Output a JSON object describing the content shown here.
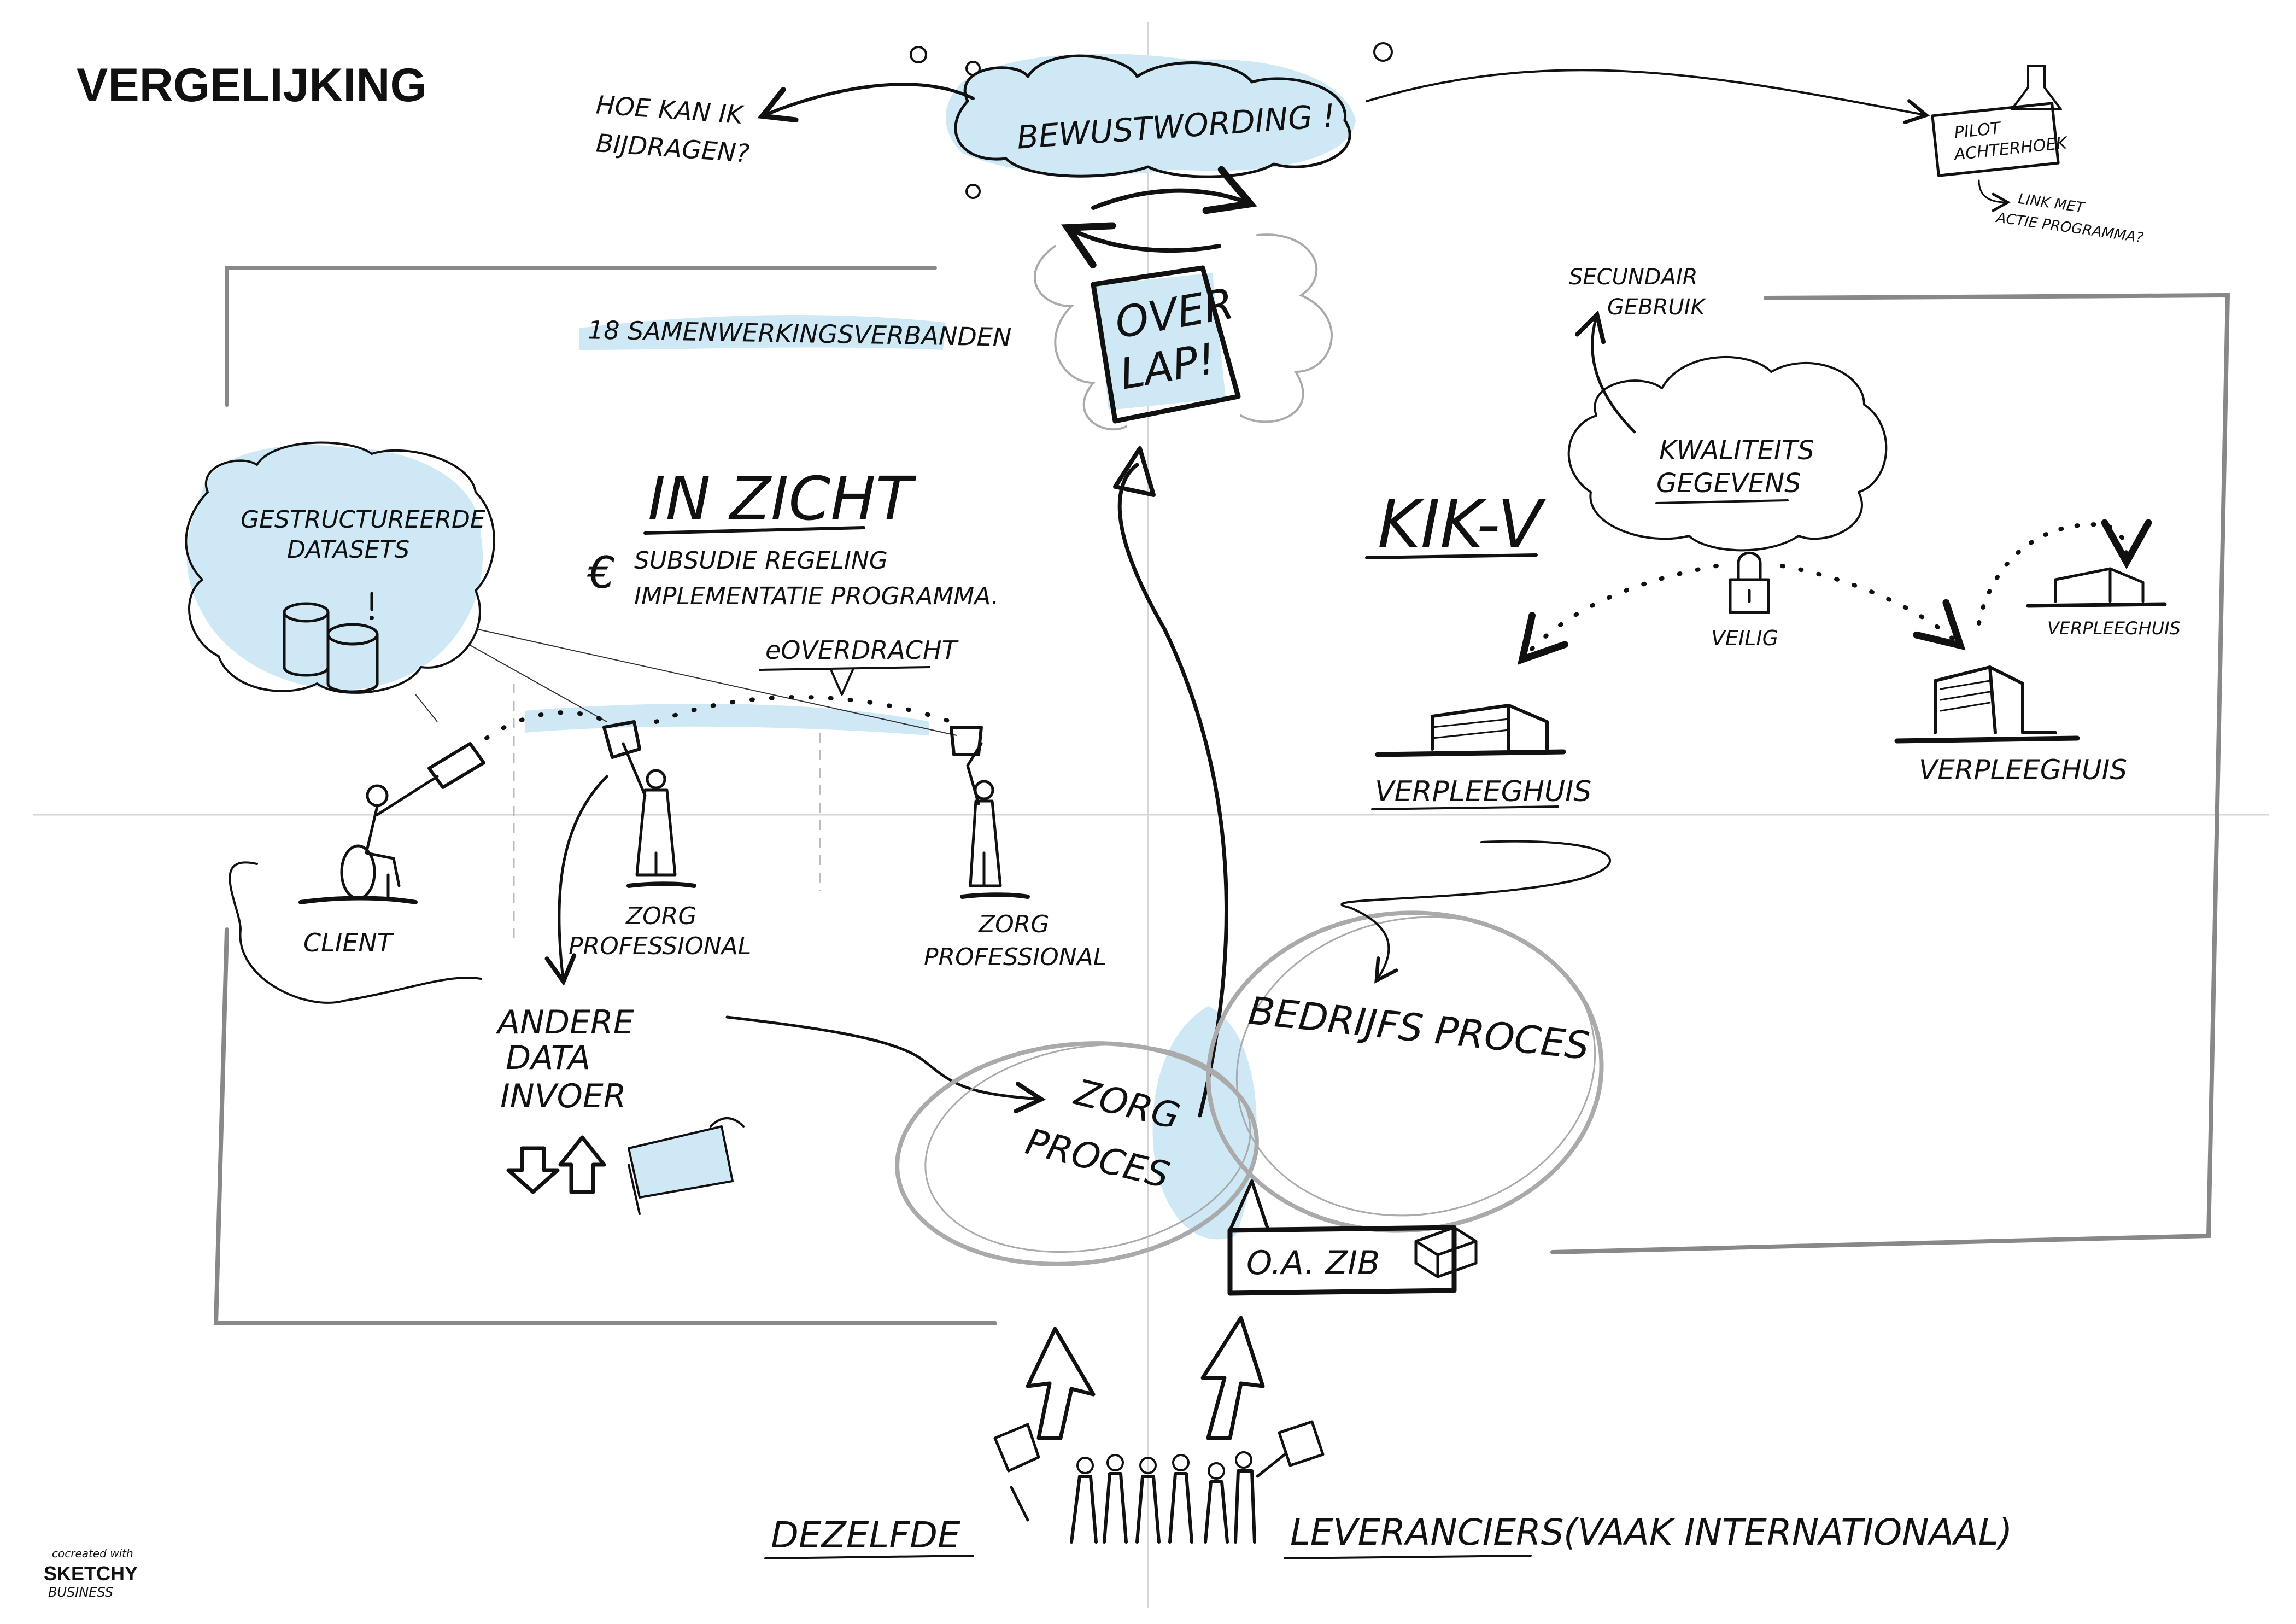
{
  "title": "VERGELIJKING",
  "colors": {
    "ink": "#111111",
    "highlight": "#cfe8f5",
    "frame": "#888888",
    "guide": "#cccccc"
  },
  "top": {
    "awareness": "BEWUSTWORDING !",
    "contribute_line1": "HOE KAN IK",
    "contribute_line2": "BIJDRAGEN?",
    "pilot_line1": "PILOT",
    "pilot_line2": "ACHTERHOEK",
    "pilot_note_line1": "LINK MET",
    "pilot_note_line2": "ACTIE PROGRAMMA?"
  },
  "overlap": {
    "line1": "OVER",
    "line2": "LAP!"
  },
  "left": {
    "partnerships": "18 SAMENWERKINGSVERBANDEN",
    "datasets_line1": "GESTRUCTUREERDE",
    "datasets_line2": "DATASETS",
    "program_name": "IN ZICHT",
    "euro_symbol": "€",
    "subsidy_line1": "SUBSUDIE REGELING",
    "subsidy_line2": "IMPLEMENTATIE PROGRAMMA.",
    "transfer": "eOVERDRACHT",
    "client": "CLIENT",
    "pro1_line1": "ZORG",
    "pro1_line2": "PROFESSIONAL",
    "pro2_line1": "ZORG",
    "pro2_line2": "PROFESSIONAL",
    "other_line1": "ANDERE",
    "other_line2": "DATA",
    "other_line3": "INVOER"
  },
  "right": {
    "program_name": "KIK-V",
    "secondary_line1": "SECUNDAIR",
    "secondary_line2": "GEBRUIK",
    "quality_line1": "KWALITEITS",
    "quality_line2": "GEGEVENS",
    "safe": "VEILIG",
    "nursing_home_1": "VERPLEEGHUIS",
    "nursing_home_2": "VERPLEEGHUIS",
    "nursing_home_3": "VERPLEEGHUIS"
  },
  "center": {
    "care_line1": "ZORG",
    "care_line2": "PROCES",
    "business": "BEDRIJFS PROCES",
    "zib": "O.A. ZIB"
  },
  "bottom": {
    "same": "DEZELFDE",
    "suppliers": "LEVERANCIERS",
    "international": "(VAAK INTERNATIONAAL)"
  },
  "credit": {
    "line1": "cocreated with",
    "line2": "SKETCHY",
    "line3": "BUSINESS"
  }
}
